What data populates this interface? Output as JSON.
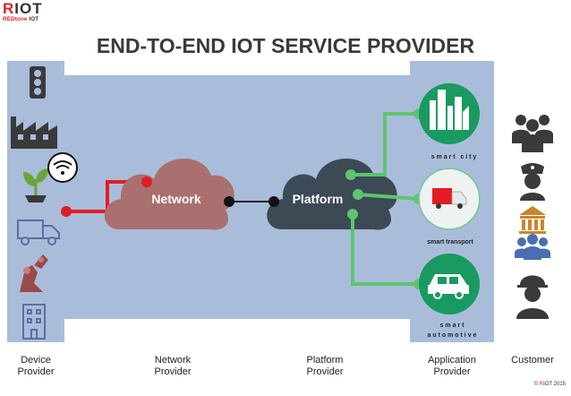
{
  "logo": {
    "main_prefix": "R",
    "main_rest": "IOT",
    "sub_prefix": "REDtone",
    "sub_rest": " IOT"
  },
  "title": "END-TO-END IOT SERVICE PROVIDER",
  "network_label": "Network",
  "platform_label": "Platform",
  "apps": [
    {
      "name": "smart-city",
      "label_lines": [
        "s m a r t   c i t y"
      ],
      "icon": "city-icon"
    },
    {
      "name": "smart-transport",
      "label_lines": [
        "smart transport"
      ],
      "icon": "truck-icon"
    },
    {
      "name": "smart-automotive",
      "label_lines": [
        "s m a r t",
        "a u t o m o t i v e"
      ],
      "icon": "car-icon"
    }
  ],
  "device_icons": [
    "traffic-light-icon",
    "factory-icon",
    "plant-icon",
    "wifi-icon",
    "truck-icon",
    "robot-arm-icon",
    "building-icon"
  ],
  "customer_icons": [
    "group-icon",
    "police-icon",
    "government-building-icon",
    "people-icon",
    "worker-icon"
  ],
  "columns": {
    "device": [
      "Device",
      "Provider"
    ],
    "network": [
      "Network",
      "Provider"
    ],
    "platform": [
      "Platform",
      "Provider"
    ],
    "application": [
      "Application",
      "Provider"
    ],
    "customer": "Customer"
  },
  "copyright": {
    "prefix": "© ",
    "brand": "R",
    "rest": "IOT 2015"
  },
  "colors": {
    "band": "#a9bddb",
    "red": "#e21c24",
    "green": "#5ec46f",
    "network_cloud": "#a9706f",
    "platform_cloud": "#3c4a55",
    "app_circle": "#189a60",
    "icons": "#3a3a3a",
    "device_icons": "#5b6fa3"
  }
}
